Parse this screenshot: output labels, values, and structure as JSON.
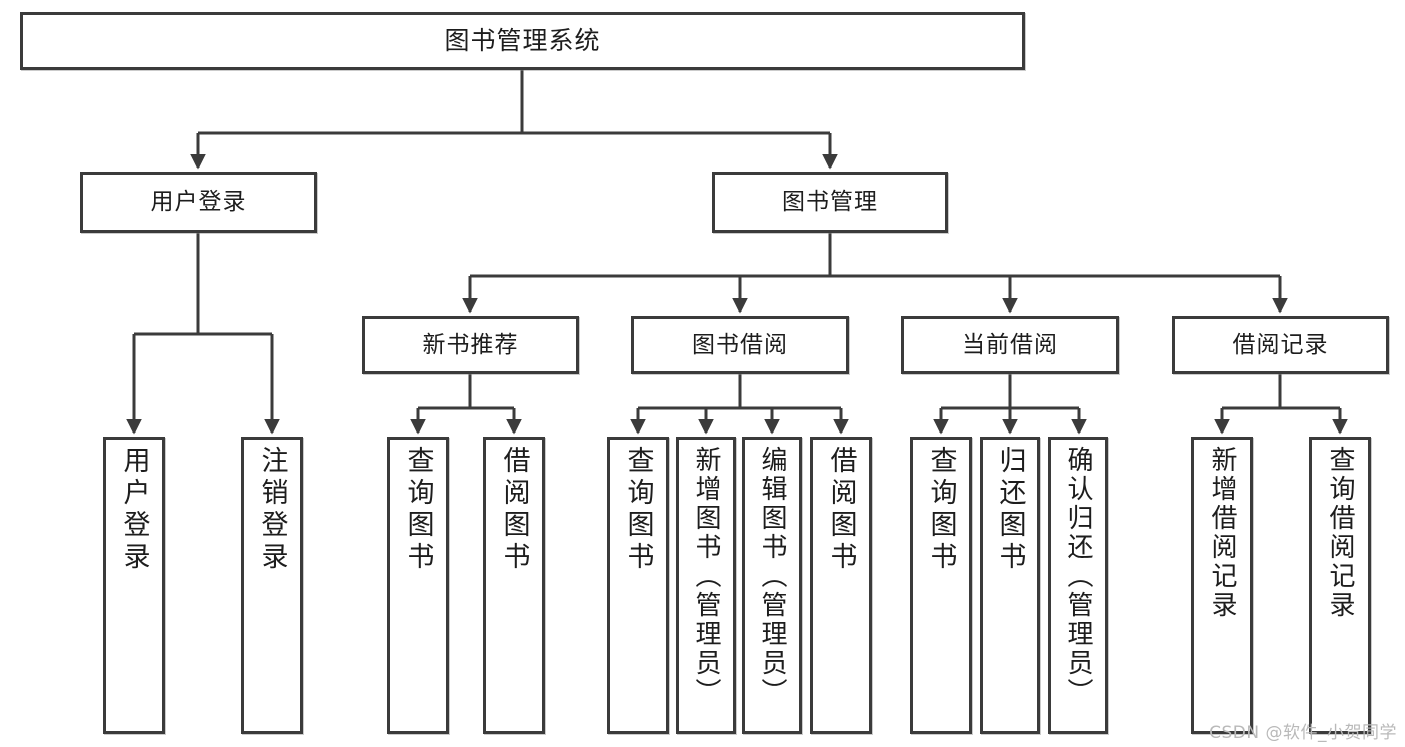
{
  "diagram": {
    "title": "图书管理系统",
    "type": "tree",
    "watermark": "CSDN @软件_小贺同学",
    "colors": {
      "box_border": "#3b3b3b",
      "box_fill": "#ffffff",
      "connector": "#3b3b3b",
      "text": "#1d1d1d",
      "watermark": "#b9b9b9",
      "background": "#ffffff"
    },
    "root": {
      "label": "图书管理系统"
    },
    "level2": [
      {
        "label": "用户登录"
      },
      {
        "label": "图书管理"
      }
    ],
    "level3": [
      {
        "label": "新书推荐"
      },
      {
        "label": "图书借阅"
      },
      {
        "label": "当前借阅"
      },
      {
        "label": "借阅记录"
      }
    ],
    "leaves": {
      "user_login": [
        {
          "label": "用户登录"
        },
        {
          "label": "注销登录"
        }
      ],
      "new_book": [
        {
          "label": "查询图书"
        },
        {
          "label": "借阅图书"
        }
      ],
      "book_borrow": [
        {
          "label": "查询图书"
        },
        {
          "label": "新增图书（管理员）"
        },
        {
          "label": "编辑图书（管理员）"
        },
        {
          "label": "借阅图书"
        }
      ],
      "current_borrow": [
        {
          "label": "查询图书"
        },
        {
          "label": "归还图书"
        },
        {
          "label": "确认归还（管理员）"
        }
      ],
      "borrow_record": [
        {
          "label": "新增借阅记录"
        },
        {
          "label": "查询借阅记录"
        }
      ]
    }
  }
}
